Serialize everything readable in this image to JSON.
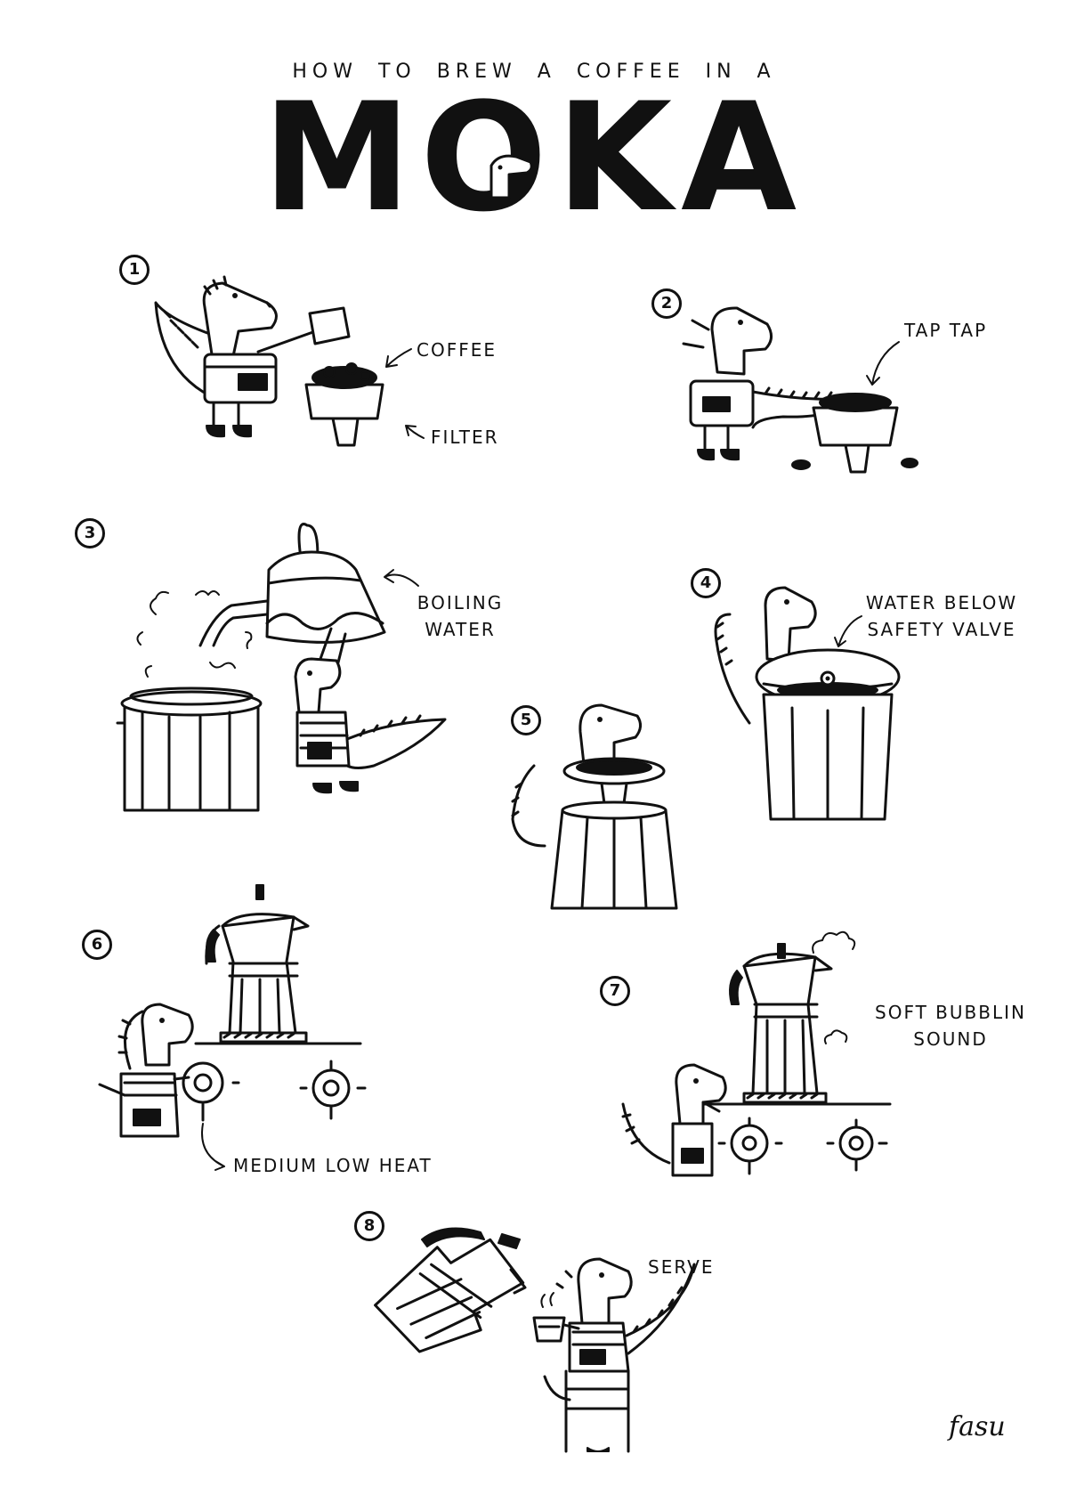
{
  "header": {
    "subtitle": "HOW TO BREW A COFFEE IN A",
    "title": "MOKA"
  },
  "steps": [
    {
      "num": "1",
      "labels": [
        "COFFEE",
        "FILTER"
      ]
    },
    {
      "num": "2",
      "labels": [
        "TAP TAP"
      ]
    },
    {
      "num": "3",
      "labels": [
        "BOILING",
        "WATER"
      ]
    },
    {
      "num": "4",
      "labels": [
        "WATER BELOW",
        "SAFETY VALVE"
      ]
    },
    {
      "num": "5",
      "labels": []
    },
    {
      "num": "6",
      "labels": [
        "MEDIUM LOW HEAT"
      ]
    },
    {
      "num": "7",
      "labels": [
        "SOFT BUBBLIN",
        "SOUND"
      ]
    },
    {
      "num": "8",
      "labels": [
        "SERVE"
      ]
    }
  ],
  "signature": "fasu"
}
